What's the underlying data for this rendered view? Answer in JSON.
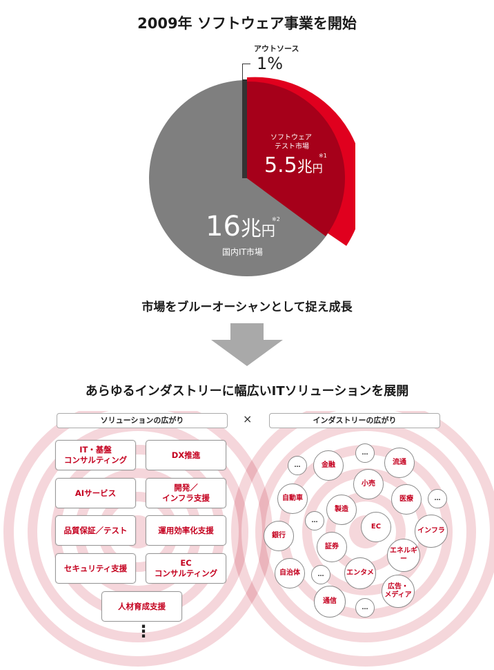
{
  "header": {
    "title": "2009年 ソフトウェア事業を開始"
  },
  "pie": {
    "outsource_label": "アウトソース",
    "outsource_value": "1%",
    "test_label_line1": "ソフトウェア",
    "test_label_line2": "テスト市場",
    "test_value": "5.5",
    "test_unit_big": "兆",
    "test_unit_small": "円",
    "test_note": "※1",
    "domestic_value": "16",
    "domestic_unit_big": "兆",
    "domestic_unit_small": "円",
    "domestic_note": "※2",
    "domestic_label": "国内IT市場",
    "colors": {
      "domestic": "#7f7f7f",
      "test": "#a6001a",
      "test_outer": "#e0001e",
      "outsource": "#333333"
    }
  },
  "middle": {
    "caption": "市場をブルーオーシャンとして捉え成長"
  },
  "section": {
    "title": "あらゆるインダストリーに幅広いITソリューションを展開",
    "left_label": "ソリューションの広がり",
    "cross": "×",
    "right_label": "インダストリーの広がり"
  },
  "solutions": [
    "IT・基盤\nコンサルティング",
    "DX推進",
    "AIサービス",
    "開発／\nインフラ支援",
    "品質保証／テスト",
    "運用効率化支援",
    "セキュリティ支援",
    "EC\nコンサルティング",
    "人材育成支援"
  ],
  "solutions_more": "⋮",
  "industries": [
    "…",
    "金融",
    "…",
    "流通",
    "小売",
    "自動車",
    "…",
    "医療",
    "製造",
    "…",
    "EC",
    "インフラ",
    "銀行",
    "証券",
    "エネルギー",
    "自治体",
    "…",
    "エンタメ",
    "広告・\nメディア",
    "通信",
    "…"
  ],
  "accent_color": "#c4001f",
  "ring_color": "#f1c6cc"
}
